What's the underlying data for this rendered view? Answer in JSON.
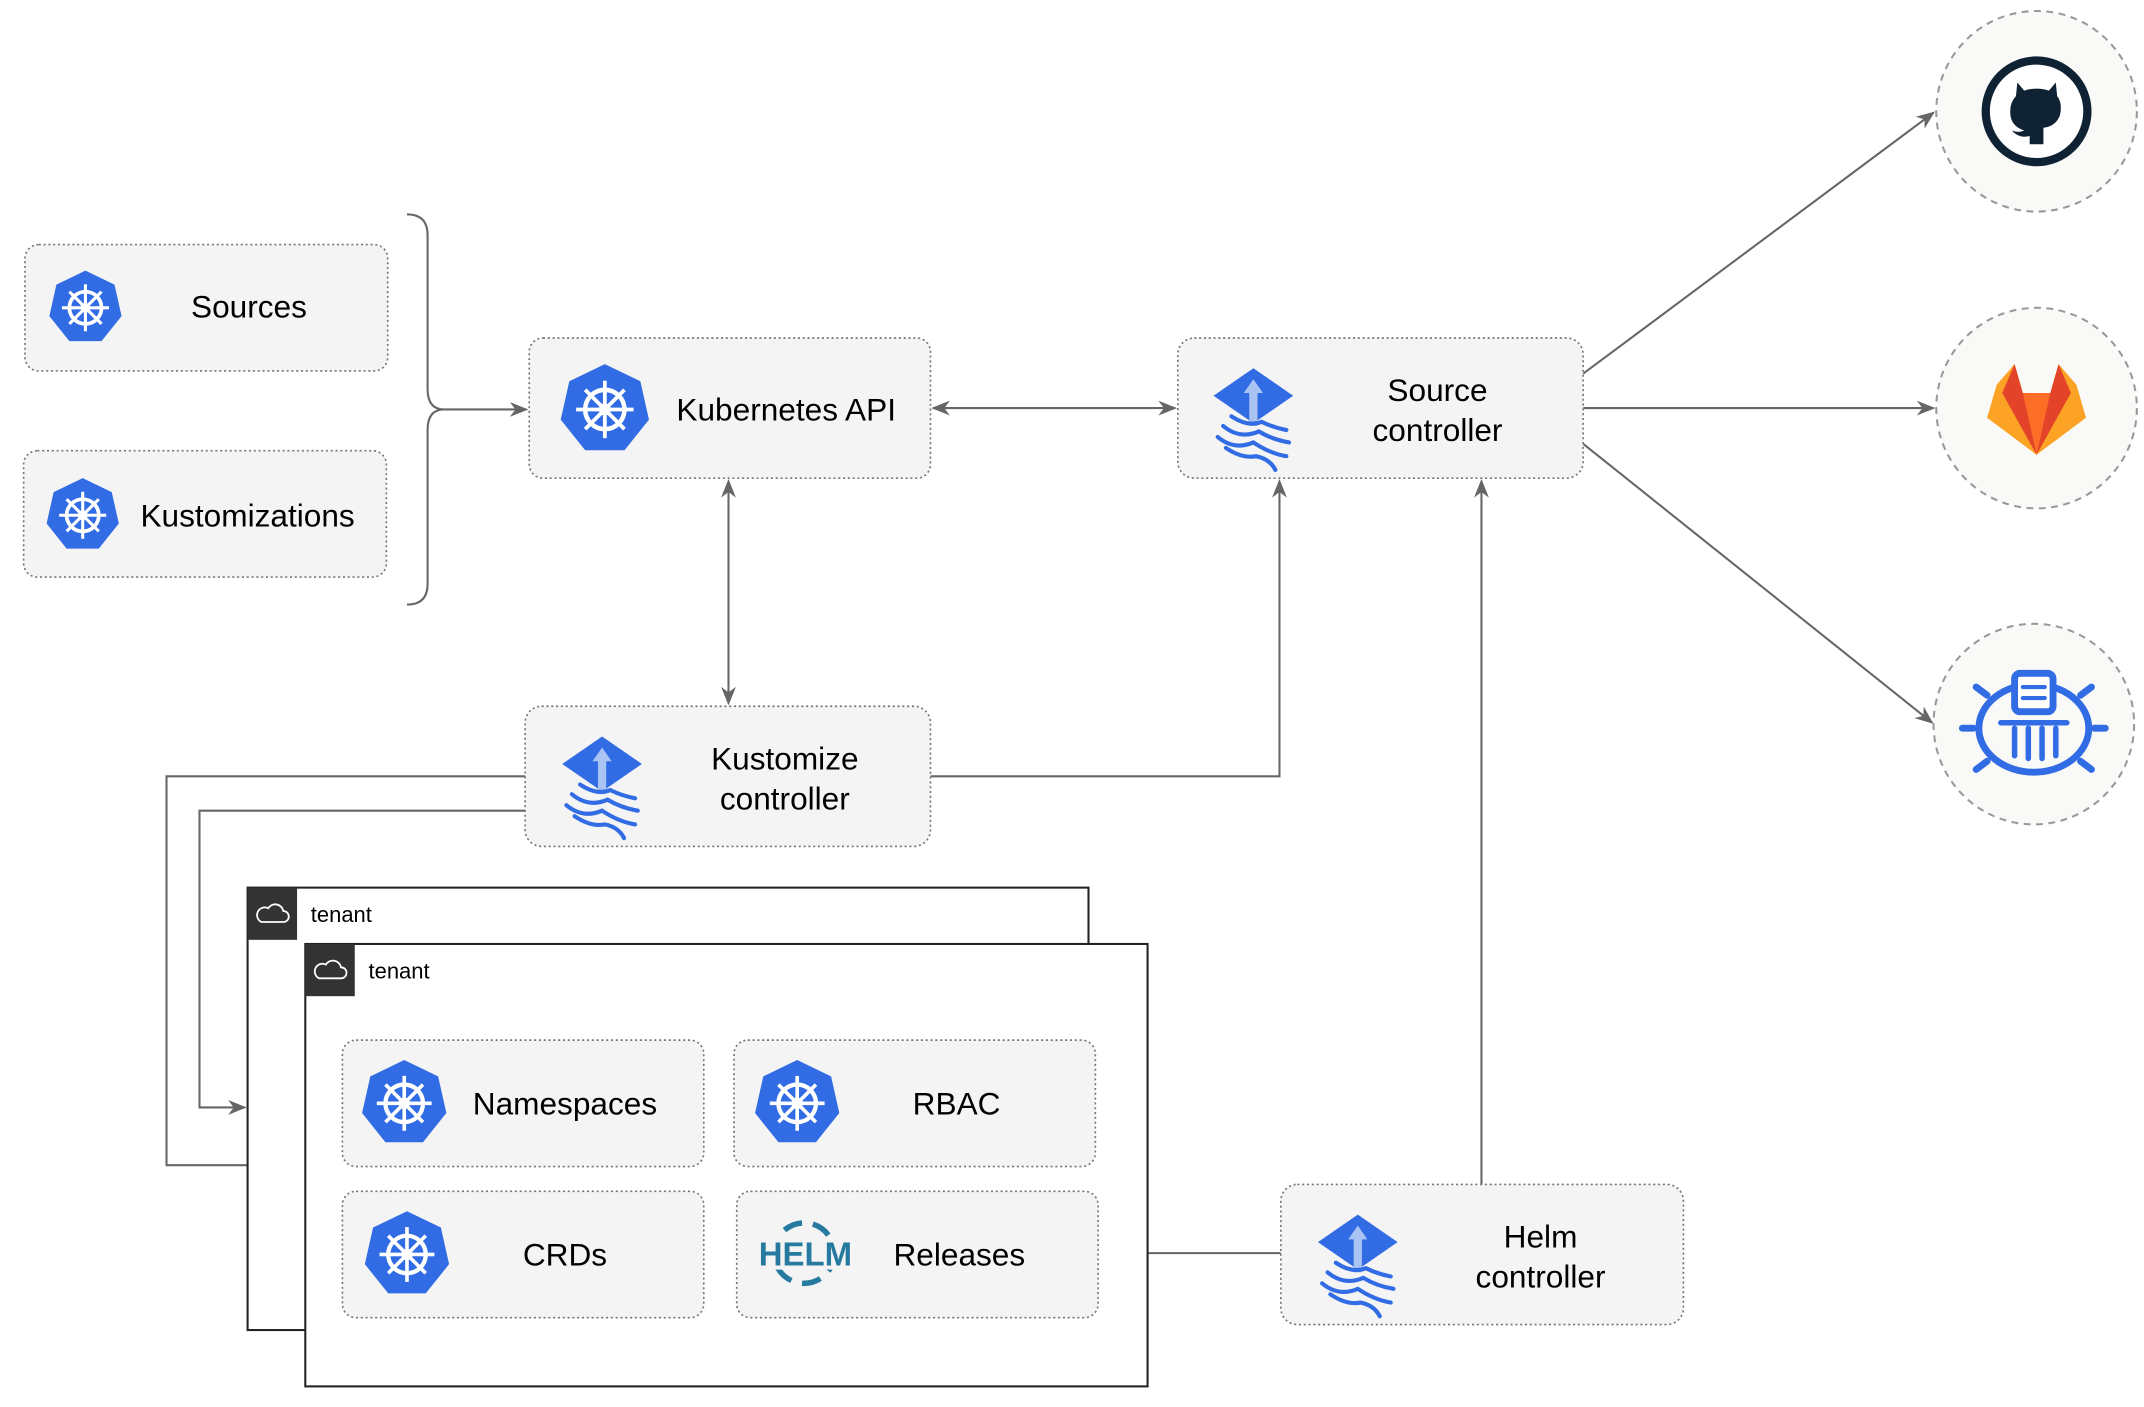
{
  "nodes": {
    "sources": "Sources",
    "kustomizations": "Kustomizations",
    "kubernetes_api": "Kubernetes API",
    "source_controller": [
      "Source",
      "controller"
    ],
    "kustomize_controller": [
      "Kustomize",
      "controller"
    ],
    "helm_controller": [
      "Helm",
      "controller"
    ],
    "namespaces": "Namespaces",
    "rbac": "RBAC",
    "crds": "CRDs",
    "releases": "Releases"
  },
  "tenants": [
    "tenant",
    "tenant"
  ],
  "helm_logo_text": "HELM",
  "external_sources": [
    "github-icon",
    "gitlab-icon",
    "helm-repository-icon"
  ],
  "colors": {
    "kubernetes_blue": "#326ce5",
    "flux_blue": "#326ce5",
    "gitlab_orange": "#e24329",
    "github_dark": "#0f2233",
    "helm_blue": "#277a9f"
  }
}
